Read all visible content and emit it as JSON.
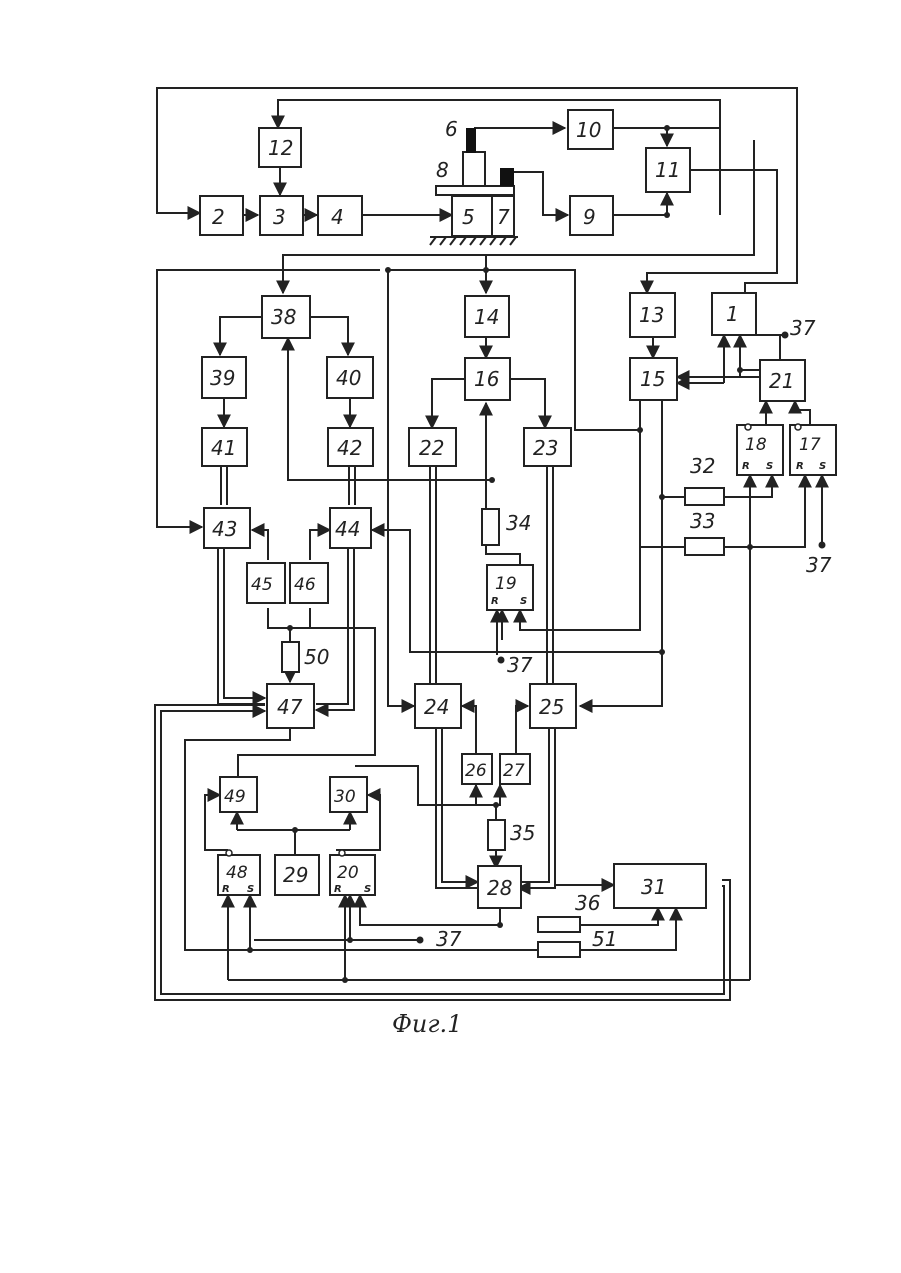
{
  "blocks": {
    "b1": "1",
    "b2": "2",
    "b3": "3",
    "b4": "4",
    "b5": "5",
    "b7": "7",
    "b9": "9",
    "b10": "10",
    "b11": "11",
    "b12": "12",
    "b13": "13",
    "b14": "14",
    "b15": "15",
    "b16": "16",
    "b17": "17",
    "b18": "18",
    "b19": "19",
    "b20": "20",
    "b21": "21",
    "b22": "22",
    "b23": "23",
    "b24": "24",
    "b25": "25",
    "b26": "26",
    "b27": "27",
    "b28": "28",
    "b29": "29",
    "b30": "30",
    "b31": "31",
    "b38": "38",
    "b39": "39",
    "b40": "40",
    "b41": "41",
    "b42": "42",
    "b43": "43",
    "b44": "44",
    "b45": "45",
    "b46": "46",
    "b47": "47",
    "b48": "48",
    "b49": "49"
  },
  "resistors": {
    "r32": "32",
    "r33": "33",
    "r34": "34",
    "r35": "35",
    "r36": "36",
    "r50": "50",
    "r51": "51"
  },
  "labels": {
    "l6": "6",
    "l8": "8",
    "l37a": "37",
    "l37b": "37",
    "l37c": "37",
    "l37d": "37"
  },
  "pins": {
    "r": "R",
    "s": "S"
  },
  "caption": "Фиг.1"
}
